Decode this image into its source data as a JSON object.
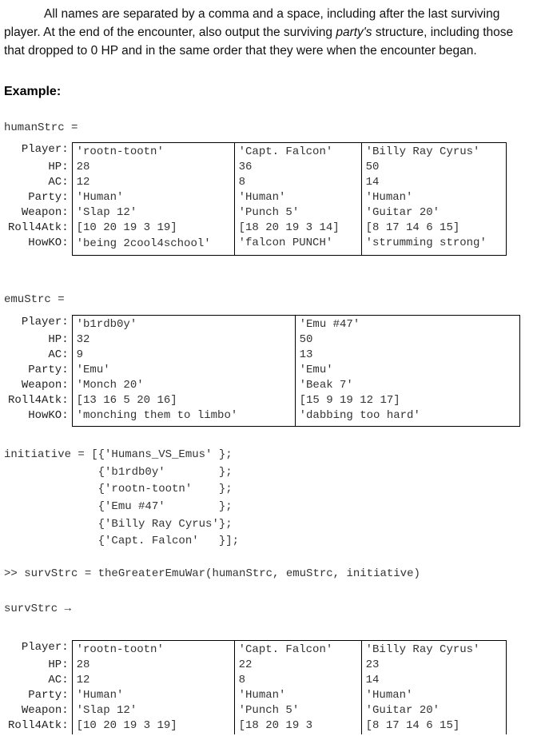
{
  "intro": {
    "text": "All names are separated by a comma and a space, including after the last surviving player. At the end of the encounter, also output the surviving ",
    "italic": "party's",
    "text_after": " structure, including those that dropped to 0 HP and in the same order that they were when the encounter began."
  },
  "example_heading": "Example:",
  "human": {
    "assign": "humanStrc =",
    "field_labels": [
      "Player:",
      "HP:",
      "AC:",
      "Party:",
      "Weapon:",
      "Roll4Atk:",
      "HowKO:"
    ],
    "columns": [
      [
        "'rootn-tootn'",
        "28",
        "12",
        "'Human'",
        "'Slap 12'",
        "[10 20 19 3 19]",
        "'being 2cool4school'"
      ],
      [
        "'Capt. Falcon'",
        "36",
        "8",
        "'Human'",
        "'Punch 5'",
        "[18 20 19 3 14]",
        "'falcon PUNCH'"
      ],
      [
        "'Billy Ray Cyrus'",
        "50",
        "14",
        "'Human'",
        "'Guitar 20'",
        "[8 17 14 6 15]",
        "'strumming strong'"
      ]
    ]
  },
  "emu": {
    "assign": "emuStrc =",
    "field_labels": [
      "Player:",
      "HP:",
      "AC:",
      "Party:",
      "Weapon:",
      "Roll4Atk:",
      "HowKO:"
    ],
    "columns": [
      [
        "'b1rdb0y'",
        "32",
        "9",
        "'Emu'",
        "'Monch 20'",
        "[13 16 5 20 16]",
        "'monching them to limbo'"
      ],
      [
        "'Emu #47'",
        "50",
        "13",
        "'Emu'",
        "'Beak 7'",
        "[15 9 19 12 17]",
        "'dabbing too hard'"
      ]
    ]
  },
  "initiative": {
    "lines": [
      "initiative = [{'Humans_VS_Emus' };",
      "              {'b1rdb0y'        };",
      "              {'rootn-tootn'    };",
      "              {'Emu #47'        };",
      "              {'Billy Ray Cyrus'};",
      "              {'Capt. Falcon'   }];"
    ]
  },
  "call": ">> survStrc = theGreaterEmuWar(humanStrc, emuStrc, initiative)",
  "surv": {
    "assign": "survStrc →",
    "field_labels": [
      "Player:",
      "HP:",
      "AC:",
      "Party:",
      "Weapon:",
      "Roll4Atk:"
    ],
    "columns": [
      [
        "'rootn-tootn'",
        "28",
        "12",
        "'Human'",
        "'Slap 12'",
        "[10 20 19 3 19]"
      ],
      [
        "'Capt. Falcon'",
        "22",
        "8",
        "'Human'",
        "'Punch 5'",
        "[18 20 19 3"
      ],
      [
        "'Billy Ray Cyrus'",
        "23",
        "14",
        "'Human'",
        "'Guitar 20'",
        "[8 17 14 6 15]"
      ]
    ]
  }
}
